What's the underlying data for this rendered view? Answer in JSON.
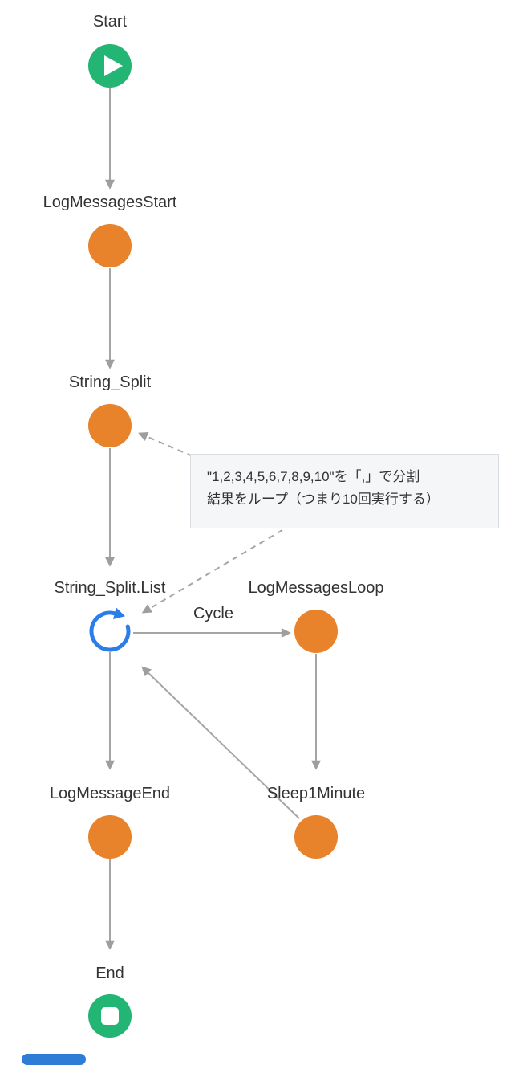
{
  "diagram": {
    "nodes": {
      "start": {
        "label": "Start",
        "type": "start-event",
        "icon": "play-icon"
      },
      "logMessagesStart": {
        "label": "LogMessagesStart",
        "type": "task"
      },
      "stringSplit": {
        "label": "String_Split",
        "type": "task"
      },
      "stringSplitList": {
        "label": "String_Split.List",
        "type": "loop",
        "icon": "loop-icon"
      },
      "logMessagesLoop": {
        "label": "LogMessagesLoop",
        "type": "task"
      },
      "logMessageEnd": {
        "label": "LogMessageEnd",
        "type": "task"
      },
      "sleep1Minute": {
        "label": "Sleep1Minute",
        "type": "task"
      },
      "end": {
        "label": "End",
        "type": "end-event",
        "icon": "stop-icon"
      }
    },
    "edge_labels": {
      "cycle": "Cycle"
    },
    "note": {
      "line1": "\"1,2,3,4,5,6,7,8,9,10\"を「,」で分割",
      "line2": "結果をループ（つまり10回実行する）"
    },
    "colors": {
      "task_fill": "#E8822B",
      "event_fill": "#22B573",
      "loop_stroke": "#2B7DE9",
      "edge_gray": "#A5A5A5",
      "note_bg": "#F5F6F7",
      "note_border": "#D9DDE1",
      "label_text": "#333333",
      "scrollbar_thumb": "#2F7CD6"
    }
  }
}
